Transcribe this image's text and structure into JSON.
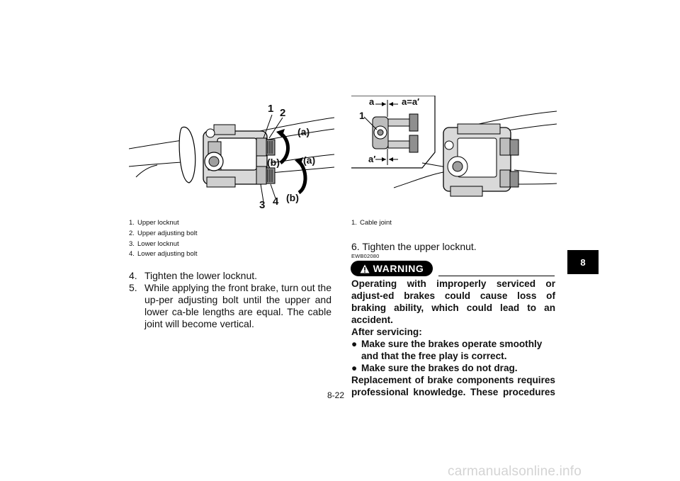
{
  "figure_left": {
    "callouts": [
      "1",
      "2",
      "3",
      "4",
      "(a)",
      "(a)",
      "(b)",
      "(b)"
    ],
    "caption": [
      {
        "num": "1.",
        "text": "Upper locknut"
      },
      {
        "num": "2.",
        "text": "Upper adjusting bolt"
      },
      {
        "num": "3.",
        "text": "Lower locknut"
      },
      {
        "num": "4.",
        "text": "Lower adjusting bolt"
      }
    ]
  },
  "figure_right": {
    "callouts": [
      "a",
      "a=a′",
      "1",
      "a′"
    ],
    "caption": [
      {
        "num": "1.",
        "text": "Cable joint"
      }
    ]
  },
  "steps": [
    {
      "num": "4.",
      "text": "Tighten the lower locknut."
    },
    {
      "num": "5.",
      "text": "While applying the front brake, turn out the up-per adjusting bolt until the upper and lower ca-ble lengths are equal. The cable joint will become vertical."
    }
  ],
  "step6": {
    "num": "6.",
    "text": "Tighten the upper locknut."
  },
  "warning_code": "EWB02080",
  "warning_label": "WARNING",
  "warning": {
    "intro": "Operating with improperly serviced or adjust-ed brakes could cause loss of braking ability, which could lead to an accident.",
    "after_heading": "After servicing:",
    "bullets": [
      "Make sure the brakes operate smoothly and that the free play is correct.",
      "Make sure the brakes do not drag."
    ],
    "outro": "Replacement of brake components requires professional knowledge. These procedures"
  },
  "section_tab": "8",
  "page_number": "8-22",
  "watermark": "carmanualsonline.info"
}
